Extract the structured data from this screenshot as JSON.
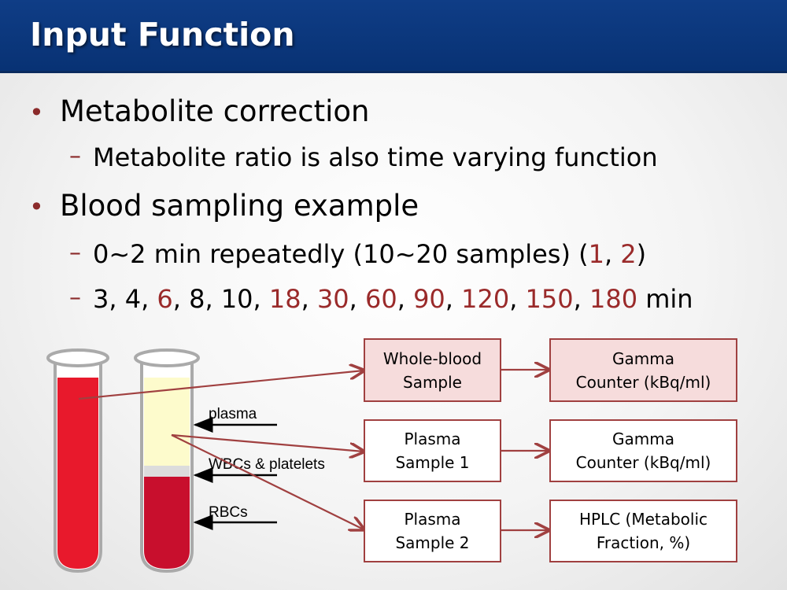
{
  "slide": {
    "title": "Input Function",
    "bullets": [
      {
        "text": "Metabolite correction"
      },
      {
        "sub": "Metabolite ratio is also time varying function"
      },
      {
        "text": "Blood sampling example"
      }
    ],
    "sampling_line1": {
      "pre": "0~2 min repeatedly (10~20 samples) (",
      "a": "1",
      "sep": ", ",
      "b": "2",
      "post": ")"
    },
    "sampling_line2": {
      "items": [
        "3",
        "4",
        "6",
        "8",
        "10",
        "18",
        "30",
        "60",
        "90",
        "120",
        "150",
        "180"
      ],
      "highlighted": [
        "6",
        "18",
        "30",
        "60",
        "90",
        "120",
        "150",
        "180"
      ],
      "suffix": " min"
    },
    "dash_glyph": "–",
    "bullet_glyph": "•"
  },
  "diagram": {
    "tube_labels": {
      "plasma": "plasma",
      "wbc": "WBCs & platelets",
      "rbc": "RBCs"
    },
    "boxes": [
      {
        "line1": "Whole-blood",
        "line2": "Sample"
      },
      {
        "line1": "Gamma",
        "line2": "Counter (kBq/ml)"
      },
      {
        "line1": "Plasma",
        "line2": "Sample 1"
      },
      {
        "line1": "Gamma",
        "line2": "Counter (kBq/ml)"
      },
      {
        "line1": "Plasma",
        "line2": "Sample 2"
      },
      {
        "line1": "HPLC (Metabolic",
        "line2": "Fraction, %)"
      }
    ]
  },
  "colors": {
    "title_bar": "#0f3d86",
    "accent_red": "#9a2a2a",
    "blood": "#e8192c",
    "plasma": "#fdfbcc",
    "rbc": "#c80f2d",
    "arrow": "#a04040"
  }
}
